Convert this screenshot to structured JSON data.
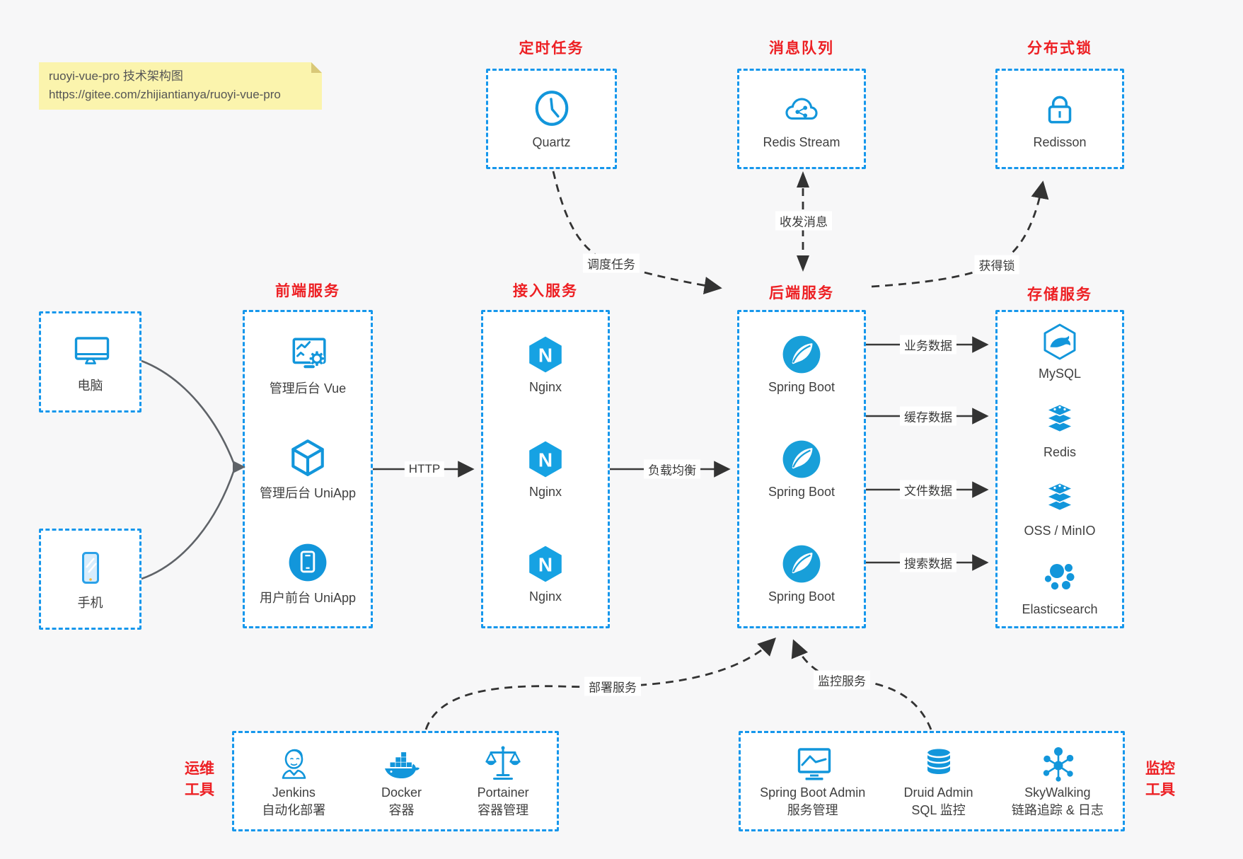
{
  "note": {
    "line1": "ruoyi-vue-pro 技术架构图",
    "line2": "https://gitee.com/zhijiantianya/ruoyi-vue-pro"
  },
  "top_groups": [
    {
      "title": "定时任务",
      "label": "Quartz",
      "icon": "clock-icon"
    },
    {
      "title": "消息队列",
      "label": "Redis Stream",
      "icon": "cloud-share-icon"
    },
    {
      "title": "分布式锁",
      "label": "Redisson",
      "icon": "lock-icon"
    }
  ],
  "clients": [
    {
      "label": "电脑",
      "icon": "desktop-icon"
    },
    {
      "label": "手机",
      "icon": "mobile-icon"
    }
  ],
  "columns": [
    {
      "title": "前端服务",
      "items": [
        {
          "label": "管理后台 Vue",
          "icon": "admin-dashboard-icon"
        },
        {
          "label": "管理后台 UniApp",
          "icon": "cube-icon"
        },
        {
          "label": "用户前台 UniApp",
          "icon": "mobile-app-icon"
        }
      ]
    },
    {
      "title": "接入服务",
      "items": [
        {
          "label": "Nginx",
          "icon": "nginx-icon"
        },
        {
          "label": "Nginx",
          "icon": "nginx-icon"
        },
        {
          "label": "Nginx",
          "icon": "nginx-icon"
        }
      ]
    },
    {
      "title": "后端服务",
      "items": [
        {
          "label": "Spring Boot",
          "icon": "spring-icon"
        },
        {
          "label": "Spring Boot",
          "icon": "spring-icon"
        },
        {
          "label": "Spring Boot",
          "icon": "spring-icon"
        }
      ]
    },
    {
      "title": "存储服务",
      "items": [
        {
          "label": "MySQL",
          "icon": "mysql-icon"
        },
        {
          "label": "Redis",
          "icon": "layer-stack-icon"
        },
        {
          "label": "OSS / MinIO",
          "icon": "layer-stack-icon"
        },
        {
          "label": "Elasticsearch",
          "icon": "elasticsearch-icon"
        }
      ]
    }
  ],
  "bottom_groups": [
    {
      "title_line1": "运维",
      "title_line2": "工具",
      "items": [
        {
          "name": "Jenkins",
          "desc": "自动化部署",
          "icon": "jenkins-icon"
        },
        {
          "name": "Docker",
          "desc": "容器",
          "icon": "docker-icon"
        },
        {
          "name": "Portainer",
          "desc": "容器管理",
          "icon": "scales-icon"
        }
      ]
    },
    {
      "title_line1": "监控",
      "title_line2": "工具",
      "items": [
        {
          "name": "Spring Boot Admin",
          "desc": "服务管理",
          "icon": "monitor-chart-icon"
        },
        {
          "name": "Druid Admin",
          "desc": "SQL 监控",
          "icon": "database-icon"
        },
        {
          "name": "SkyWalking",
          "desc": "链路追踪 & 日志",
          "icon": "topology-icon"
        }
      ]
    }
  ],
  "edges": {
    "http": "HTTP",
    "load_balance": "负载均衡",
    "schedule": "调度任务",
    "message": "收发消息",
    "lock": "获得锁",
    "biz_data": "业务数据",
    "cache_data": "缓存数据",
    "file_data": "文件数据",
    "search_data": "搜索数据",
    "deploy": "部署服务",
    "monitor": "监控服务"
  },
  "colors": {
    "background": "#f7f7f8",
    "box_border_blue": "#1697ec",
    "icon_blue": "#1296db",
    "title_red": "#ed2024",
    "note_bg": "#fbf4ad",
    "arrow_dark": "#333333",
    "arrow_gray": "#5f6368"
  }
}
